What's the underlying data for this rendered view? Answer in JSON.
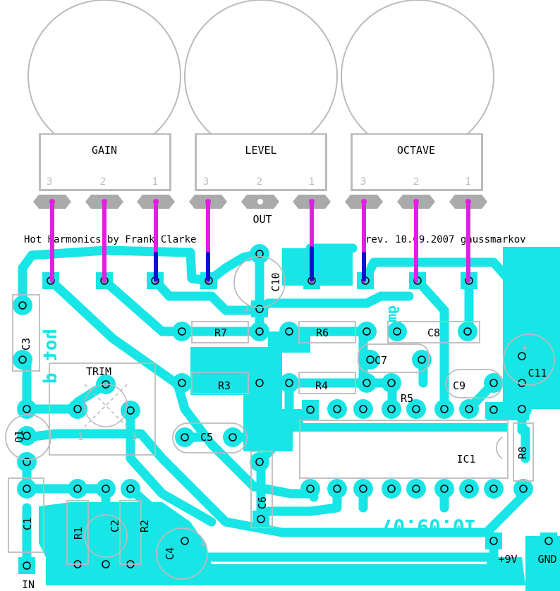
{
  "title": "Hot Harmonics by Frank Clarke",
  "revision": "rev. 10.09.2007 gaussmarkov",
  "colors": {
    "copper": "#18e5e5",
    "outline": "#bbbbbb",
    "pad": "#aaaaaa",
    "jumper": "#e020e0",
    "jumper_under": "#1010d0",
    "silk": "#000000"
  },
  "pots": [
    {
      "name": "GAIN",
      "pins": [
        "3",
        "2",
        "1"
      ]
    },
    {
      "name": "LEVEL",
      "pins": [
        "3",
        "2",
        "1"
      ]
    },
    {
      "name": "OCTAVE",
      "pins": [
        "3",
        "2",
        "1"
      ]
    }
  ],
  "labels": {
    "out": "OUT",
    "in": "IN",
    "v9": "+9V",
    "gnd": "GND",
    "trim": "TRIM",
    "trim_pin_1": "1",
    "trim_pin_3": "3",
    "c10_plus": "+",
    "c11_plus": "+",
    "c4_plus": "+"
  },
  "components": {
    "r1": "R1",
    "r2": "R2",
    "r3": "R3",
    "r4": "R4",
    "r5": "R5",
    "r6": "R6",
    "r7": "R7",
    "r8": "R8",
    "c1": "C1",
    "c2": "C2",
    "c3": "C3",
    "c4": "C4",
    "c5": "C5",
    "c6": "C6",
    "c7": "C7",
    "c8": "C8",
    "c9": "C9",
    "c10": "C10",
    "c11": "C11",
    "q1": "Q1",
    "ic1": "IC1"
  },
  "copper_text": {
    "mirror_date": "10.09.07",
    "mirror_hot": "hot d",
    "mirror_gm": "gm"
  }
}
